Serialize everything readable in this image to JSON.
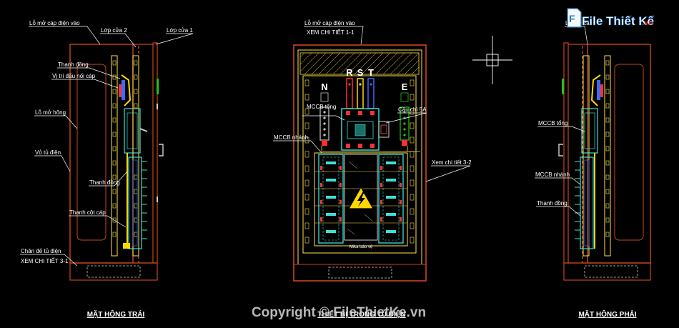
{
  "logo": {
    "text": "File Thiết Kế",
    "suffix": ".vn"
  },
  "watermark": "Copyright © FileThietKe.vn",
  "views": {
    "left": {
      "title": "MẶT HÔNG TRÁI",
      "labels": {
        "cable_inlet": "Lỗ mở cáp điện vào",
        "door_layer2": "Lớp cửa 2",
        "door_layer1": "Lớp cửa 1",
        "busbar": "Thanh đồng",
        "connection_point": "Vị trí đấu nối cáp",
        "side_opening": "Lỗ mở hông",
        "cabinet_shell": "Vỏ tủ điện",
        "busbar2": "Thanh đồng",
        "cable_post": "Thanh cột cáp",
        "cabinet_base": "Chân đế tủ điện",
        "detail_ref": "XEM CHI TIẾT 3-1"
      }
    },
    "center": {
      "title": "THIẾT BỊ TRONG TỦ ĐIỆN",
      "labels": {
        "cable_inlet": "Lỗ mở cáp điện vào",
        "detail_ref": "XEM CHI TIẾT 1-1",
        "phase_r": "R",
        "phase_s": "S",
        "phase_t": "T",
        "neutral": "N",
        "earth": "E",
        "mccb_main": "MCCB tổng",
        "fuse": "Cầu chì 5A",
        "mccb_branch": "MCCB nhánh",
        "detail_ref2": "Xem chi tiết 3-2",
        "cover": "Mika bảo vệ"
      }
    },
    "right": {
      "title": "MẶT HÔNG PHẢI",
      "labels": {
        "cable_inlet": "Lỗ mở cá",
        "mccb_main": "MCCB tổng",
        "mccb_branch": "MCCB nhánh",
        "busbar": "Thanh đồng"
      }
    }
  },
  "colors": {
    "background": "#000000",
    "frame": "#c8461e",
    "cabinet_line": "#ffe24a",
    "device": "#3ee0d6",
    "phase_r": "#ff3030",
    "phase_s": "#ffd800",
    "phase_t": "#3a6bff",
    "earth": "#21c321",
    "neutral": "#c8c8c8",
    "door_line": "#ff6a6a",
    "label": "#ffffff"
  }
}
